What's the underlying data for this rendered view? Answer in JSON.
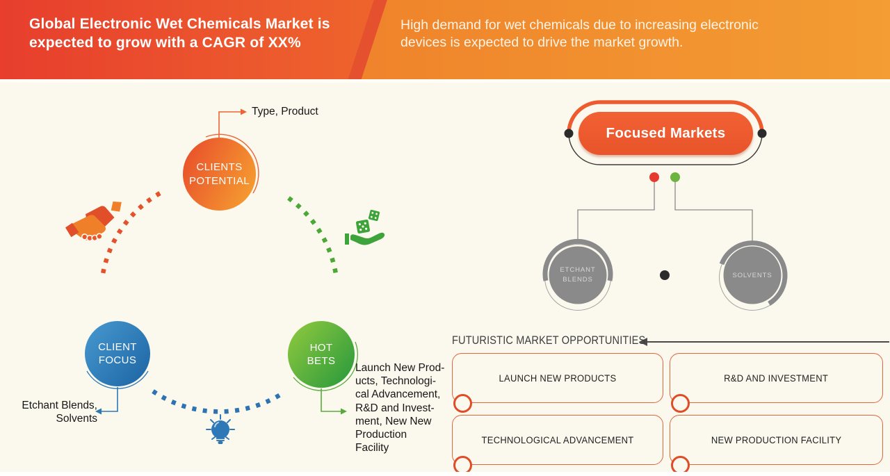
{
  "banner": {
    "title": "Global Electronic Wet Chemicals Market is\nexpected to grow with a CAGR of XX%",
    "subtitle": "High demand for wet chemicals due to increasing electronic\ndevices is expected to drive the market growth."
  },
  "wheel": {
    "nodes": {
      "clients_potential": {
        "label": "CLIENTS\nPOTENTIAL",
        "annotation": "Type, Product"
      },
      "client_focus": {
        "label": "CLIENT\nFOCUS",
        "annotation": "Etchant Blends,\nSolvents"
      },
      "hot_bets": {
        "label": "HOT\nBETS",
        "annotation": "Launch New Prod-\nucts, Technologi-\ncal Advancement,\nR&D and Invest-\nment, New New\nProduction\nFacility"
      }
    },
    "icons": [
      "handshake-icon",
      "dice-hand-icon",
      "lightbulb-icon"
    ]
  },
  "focused_markets": {
    "title": "Focused Markets",
    "segments": [
      {
        "label": "ETCHANT\nBLENDS"
      },
      {
        "label": "SOLVENTS"
      }
    ]
  },
  "opportunities": {
    "heading": "FUTURISTIC MARKET OPPORTUNITIES",
    "items": [
      {
        "label": "LAUNCH NEW PRODUCTS"
      },
      {
        "label": "R&D AND INVESTMENT"
      },
      {
        "label": "TECHNOLOGICAL ADVANCEMENT"
      },
      {
        "label": "NEW PRODUCTION FACILITY"
      }
    ]
  },
  "colors": {
    "background": "#fbf8ee",
    "banner_red": "#e73e2d",
    "banner_orange": "#f39d33",
    "accent_orange": "#ee5b2e",
    "accent_blue": "#2d77b5",
    "accent_green": "#53ad35",
    "node_gray": "#8a8a8a",
    "dot_red": "#e63a30",
    "dot_green": "#6cb33f",
    "card_border": "#e2663c"
  }
}
